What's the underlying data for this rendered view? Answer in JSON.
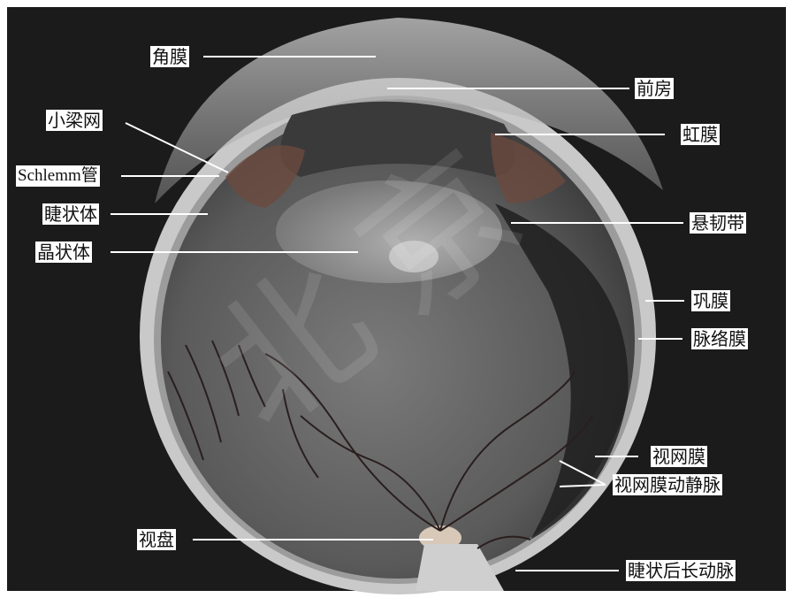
{
  "watermark": "北京",
  "labels": {
    "cornea": "角膜",
    "anterior_chamber": "前房",
    "trabecular_meshwork": "小梁网",
    "iris": "虹膜",
    "schlemm_canal": "Schlemm管",
    "ciliary_body": "睫状体",
    "zonule": "悬韧带",
    "lens": "晶状体",
    "sclera": "巩膜",
    "choroid": "脉络膜",
    "retina": "视网膜",
    "retinal_vessels": "视网膜动静脉",
    "optic_disc": "视盘",
    "long_posterior_ciliary_artery": "睫状后长动脉"
  },
  "colors": {
    "background": "#1b1b1b",
    "sclera": "#c8c8c8",
    "vitreous": "#6a6a6a",
    "vessel": "#2a1e1e",
    "leader": "#ffffff"
  }
}
